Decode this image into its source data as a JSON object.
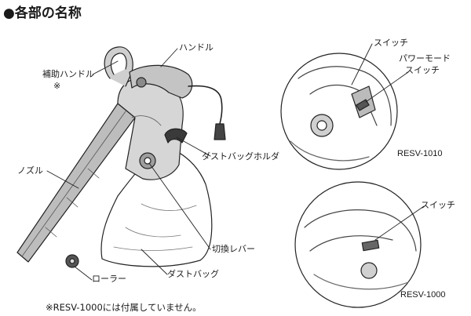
{
  "title": "●各部の名称",
  "labels": {
    "handle": "ハンドル",
    "aux_handle": "補助ハンドル",
    "aux_mark": "※",
    "dust_bag_holder": "ダストバッグホルダ",
    "nozzle": "ノズル",
    "switch_lever": "切換レバー",
    "roller": "ローラー",
    "dust_bag": "ダストバッグ",
    "switch_1010": "スイッチ",
    "power_mode_1": "パワーモード",
    "power_mode_2": "スイッチ",
    "switch_1000": "スイッチ"
  },
  "models": {
    "m1010": "RESV-1010",
    "m1000": "RESV-1000"
  },
  "footnote": "※RESV-1000には付属していません。"
}
